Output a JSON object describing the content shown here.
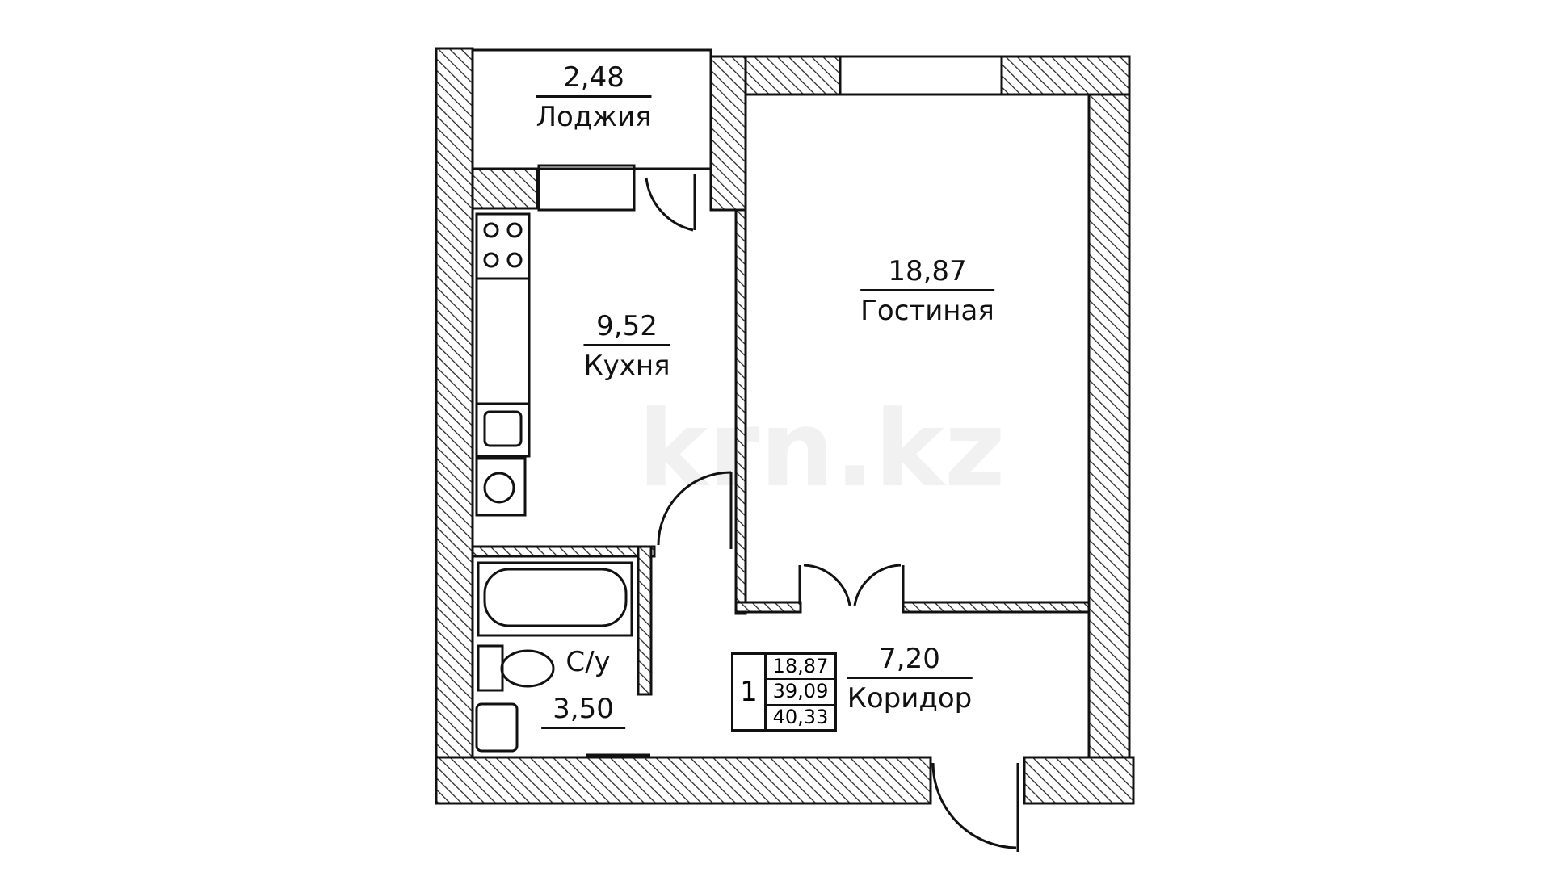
{
  "watermark": "krn.kz",
  "rooms": {
    "loggia": {
      "area": "2,48",
      "name": "Лоджия"
    },
    "kitchen": {
      "area": "9,52",
      "name": "Кухня"
    },
    "living": {
      "area": "18,87",
      "name": "Гостиная"
    },
    "bathroom": {
      "area": "3,50",
      "name": "С/у"
    },
    "corridor": {
      "area": "7,20",
      "name": "Коридор"
    }
  },
  "summary": {
    "rooms": "1",
    "living_area": "18,87",
    "total_area": "39,09",
    "total_with_loggia": "40,33"
  }
}
